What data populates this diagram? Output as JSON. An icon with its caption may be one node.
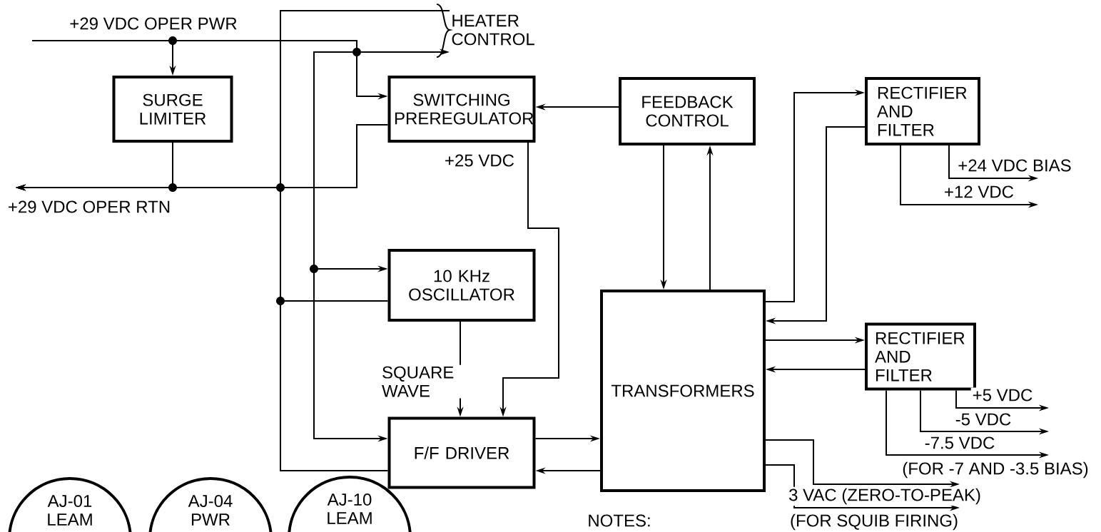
{
  "diagram": {
    "nodes": [
      {
        "text": [
          "SURGE LIMITER"
        ]
      },
      {
        "text": [
          "SWITCHING PREREGULATOR"
        ],
        "beside": [
          "+25 VDC"
        ]
      },
      {
        "text": [
          "FEEDBACK CONTROL"
        ]
      },
      {
        "text": [
          "RECTIFIER AND FILTER"
        ]
      },
      {
        "text": [
          "10 KHz OSCILLATOR"
        ]
      },
      {
        "text": [
          "F/F DRIVER"
        ]
      },
      {
        "text": [
          "TRANSFORMERS"
        ]
      },
      {
        "text": [
          "RECTIFIER AND FILTER"
        ]
      },
      {
        "text": [
          "AJ-01 LEAM"
        ]
      },
      {
        "text": [
          "AJ-04 PWR"
        ]
      },
      {
        "text": [
          "AJ-10 LEAM"
        ]
      },
      {
        "text": [
          "HEATER CONTROL"
        ]
      }
    ],
    "edges": [
      {
        "from": null,
        "to": 0,
        "arrow": "to",
        "label": "+29 VDC OPER PWR"
      },
      {
        "from": null,
        "to": 1,
        "arrow": "to"
      },
      {
        "from": null,
        "to": 11,
        "arrow": "to"
      },
      {
        "from": null,
        "to": 4,
        "arrow": "to"
      },
      {
        "from": null,
        "to": 5,
        "arrow": "to"
      },
      {
        "from": 0,
        "to": null,
        "arrow": "to",
        "label": "+29 VDC OPER RTN"
      },
      {
        "from": 11,
        "to": null,
        "arrow": "to"
      },
      {
        "from": 1,
        "to": null,
        "arrow": "to"
      },
      {
        "from": 4,
        "to": null,
        "arrow": "to"
      },
      {
        "from": 5,
        "to": null,
        "arrow": "to"
      },
      {
        "from": 2,
        "to": 1,
        "arrow": "to"
      },
      {
        "from": 1,
        "to": 5,
        "arrow": "to"
      },
      {
        "from": 4,
        "to": 5,
        "arrow": "to",
        "label": "SQUARE WAVE"
      },
      {
        "from": 5,
        "to": 6,
        "arrow": "to"
      },
      {
        "from": 6,
        "to": 5,
        "arrow": "to"
      },
      {
        "from": 2,
        "to": 6,
        "arrow": "to"
      },
      {
        "from": 6,
        "to": 2,
        "arrow": "to"
      },
      {
        "from": 6,
        "to": 3,
        "arrow": "to"
      },
      {
        "from": 3,
        "to": 6,
        "arrow": "to"
      },
      {
        "from": 6,
        "to": 7,
        "arrow": "to"
      },
      {
        "from": 7,
        "to": 6,
        "arrow": "to"
      },
      {
        "from": 3,
        "to": null,
        "arrow": "to",
        "label": "+24 VDC BIAS"
      },
      {
        "from": 3,
        "to": null,
        "arrow": "to",
        "label": "+12 VDC"
      },
      {
        "from": 7,
        "to": null,
        "arrow": "to",
        "label": "+5 VDC"
      },
      {
        "from": 7,
        "to": null,
        "arrow": "to",
        "label": "-5 VDC"
      },
      {
        "from": 7,
        "to": null,
        "arrow": "to",
        "label": "(FOR -7 AND -3.5 BIAS)"
      },
      {
        "from": 6,
        "to": null,
        "arrow": "to",
        "label": "3 VAC (ZERO-TO-PEAK)"
      },
      {
        "from": 6,
        "to": null,
        "arrow": "to",
        "label": "(FOR SQUIB FIRING)"
      }
    ],
    "labels": [
      "-7.5 VDC",
      "NOTES:"
    ]
  }
}
